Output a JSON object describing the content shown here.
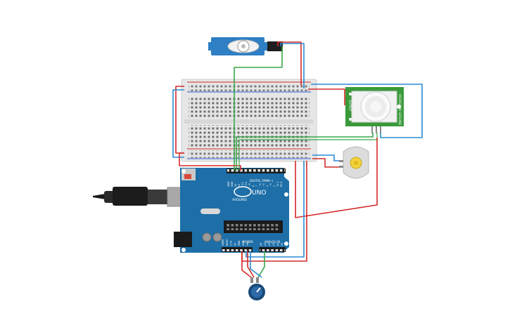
{
  "board": {
    "name": "UNO",
    "brand": "ARDUINO",
    "digital_label": "DIGITAL (PWM~)",
    "power_label": "POWER",
    "analog_label": "ANALOG IN",
    "digital_pins": [
      "AREF",
      "GND",
      "13",
      "12",
      "~11",
      "~10",
      "~9",
      "8",
      "7",
      "~6",
      "~5",
      "4",
      "~3",
      "2",
      "TX 1",
      "RX 0"
    ],
    "power_pins": [
      "IOREF",
      "RESET",
      "3.3V",
      "5V",
      "GND",
      "GND",
      "Vin"
    ],
    "analog_pins": [
      "A0",
      "A1",
      "A2",
      "A3",
      "A4",
      "A5"
    ]
  },
  "pir_sensor": {
    "side_labels": [
      "VOLTAGE 5V",
      "OUTPUT",
      "GROUND"
    ]
  },
  "colors": {
    "wire_red": "#d42a2a",
    "wire_blue": "#2a8ad4",
    "wire_green": "#3aa84a",
    "board_blue": "#1e6fa8",
    "pir_green": "#3a9a3a",
    "servo_blue": "#2e7fc4",
    "breadboard": "#e6e6e6"
  }
}
